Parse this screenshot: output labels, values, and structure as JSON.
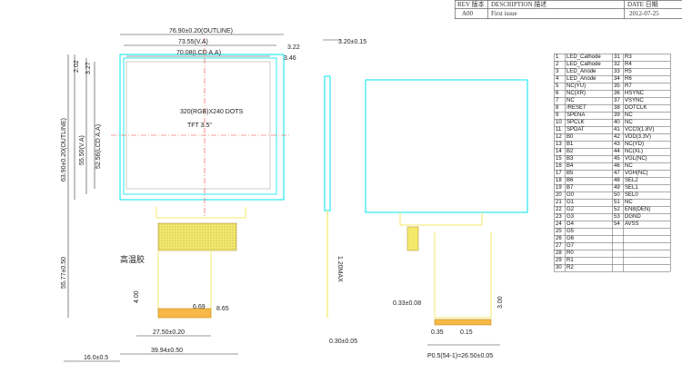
{
  "revision_block": {
    "headers": [
      "REV 版本",
      "DESCRIPTION 描述",
      "DATE 日期"
    ],
    "row": {
      "rev": "A00",
      "description": "First issue",
      "date": "2012-07-25"
    }
  },
  "front_view": {
    "center_text": "320(RGB)X240 DOTS",
    "size_text": "TFT 3.5\"",
    "fpc_label": "高温胶",
    "dimensions": {
      "outline_w": "76.90±0.20(OUTLINE)",
      "va_w": "73.55(V.A)",
      "aa_w": "70.08(LCD A.A)",
      "d322": "3.22",
      "d346": "3.46",
      "d202": "2.02",
      "d327": "3.27",
      "outline_h": "63.90±0.20(OUTLINE)",
      "va_h": "55.50(V.A)",
      "aa_h": "52.56(LCD A.A)",
      "total_h": "55.77±0.50",
      "d400": "4.00",
      "d669": "6.69",
      "d865": "8.65",
      "fpc_w1": "27.50±0.20",
      "fpc_w2": "39.94±0.50",
      "d160": "16.0±0.5"
    }
  },
  "side_view": {
    "dimensions": {
      "thickness": "3.20±0.15",
      "max": "1.20MAX",
      "fpc_t": "0.30±0.05"
    }
  },
  "back_view": {
    "dimensions": {
      "d033": "0.33±0.08",
      "d035": "0.35",
      "d015": "0.15",
      "d300": "3.00",
      "pitch": "P0.5(54-1)=26.50±0.05"
    }
  },
  "pin_table": {
    "left": [
      {
        "num": "1",
        "sig": "LED_Cathode"
      },
      {
        "num": "2",
        "sig": "LED_Cathode"
      },
      {
        "num": "3",
        "sig": "LED_Anode"
      },
      {
        "num": "4",
        "sig": "LED_Anode"
      },
      {
        "num": "5",
        "sig": "NC(YU)"
      },
      {
        "num": "6",
        "sig": "NC(XR)"
      },
      {
        "num": "7",
        "sig": "NC"
      },
      {
        "num": "8",
        "sig": "/RESET"
      },
      {
        "num": "9",
        "sig": "SPENA"
      },
      {
        "num": "10",
        "sig": "SPCLK"
      },
      {
        "num": "11",
        "sig": "SPDAT"
      },
      {
        "num": "12",
        "sig": "B0"
      },
      {
        "num": "13",
        "sig": "B1"
      },
      {
        "num": "14",
        "sig": "B2"
      },
      {
        "num": "15",
        "sig": "B3"
      },
      {
        "num": "16",
        "sig": "B4"
      },
      {
        "num": "17",
        "sig": "B5"
      },
      {
        "num": "18",
        "sig": "B6"
      },
      {
        "num": "19",
        "sig": "B7"
      },
      {
        "num": "20",
        "sig": "G0"
      },
      {
        "num": "21",
        "sig": "G1"
      },
      {
        "num": "22",
        "sig": "G2"
      },
      {
        "num": "23",
        "sig": "G3"
      },
      {
        "num": "24",
        "sig": "G4"
      },
      {
        "num": "25",
        "sig": "G5"
      },
      {
        "num": "26",
        "sig": "G6"
      },
      {
        "num": "27",
        "sig": "G7"
      },
      {
        "num": "28",
        "sig": "R0"
      },
      {
        "num": "29",
        "sig": "R1"
      },
      {
        "num": "30",
        "sig": "R2"
      }
    ],
    "right": [
      {
        "num": "31",
        "sig": "R3"
      },
      {
        "num": "32",
        "sig": "R4"
      },
      {
        "num": "33",
        "sig": "R5"
      },
      {
        "num": "34",
        "sig": "R6"
      },
      {
        "num": "35",
        "sig": "R7"
      },
      {
        "num": "36",
        "sig": "HSYNC"
      },
      {
        "num": "37",
        "sig": "VSYNC"
      },
      {
        "num": "38",
        "sig": "DOTCLK"
      },
      {
        "num": "39",
        "sig": "NC"
      },
      {
        "num": "40",
        "sig": "NC"
      },
      {
        "num": "41",
        "sig": "VCC0(1.8V)"
      },
      {
        "num": "42",
        "sig": "VDD(3.3V)"
      },
      {
        "num": "43",
        "sig": "NC(YD)"
      },
      {
        "num": "44",
        "sig": "NC(XL)"
      },
      {
        "num": "45",
        "sig": "VGL(NC)"
      },
      {
        "num": "46",
        "sig": "NC"
      },
      {
        "num": "47",
        "sig": "VGH(NC)"
      },
      {
        "num": "48",
        "sig": "SEL2"
      },
      {
        "num": "49",
        "sig": "SEL1"
      },
      {
        "num": "50",
        "sig": "SEL0"
      },
      {
        "num": "51",
        "sig": "NC"
      },
      {
        "num": "52",
        "sig": "EN8(DEN)"
      },
      {
        "num": "53",
        "sig": "DGND"
      },
      {
        "num": "54",
        "sig": "AVSS"
      }
    ]
  },
  "colors": {
    "cyan": "#00e5ee",
    "yellow": "#f4e96a",
    "orange": "#f7b847",
    "red": "#e8473a",
    "line": "#333333"
  }
}
